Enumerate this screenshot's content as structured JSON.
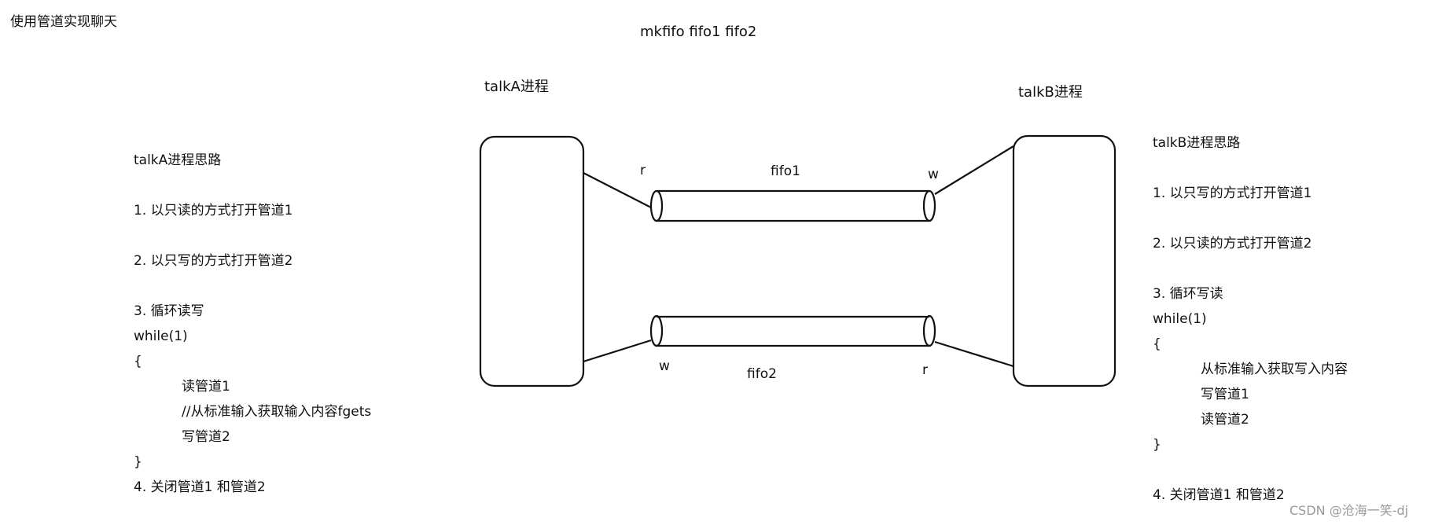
{
  "page_title": "使用管道实现聊天",
  "command": "mkfifo fifo1 fifo2",
  "processes": {
    "a": {
      "label": "talkA进程"
    },
    "b": {
      "label": "talkB进程"
    }
  },
  "pipes": {
    "fifo1": {
      "name": "fifo1",
      "left_end": "r",
      "right_end": "w"
    },
    "fifo2": {
      "name": "fifo2",
      "left_end": "w",
      "right_end": "r"
    }
  },
  "talkA_notes": {
    "title": "talkA进程思路",
    "lines": [
      "",
      "1. 以只读的方式打开管道1",
      "",
      "2. 以只写的方式打开管道2",
      "",
      "3. 循环读写",
      "while(1)",
      "{",
      "读管道1",
      "//从标准输入获取输入内容fgets",
      "写管道2",
      "}",
      "4. 关闭管道1 和管道2"
    ]
  },
  "talkB_notes": {
    "title": "talkB进程思路",
    "lines": [
      "",
      "1. 以只写的方式打开管道1",
      "",
      "2. 以只读的方式打开管道2",
      "",
      "3. 循环写读",
      "while(1)",
      "{",
      "从标准输入获取写入内容",
      "写管道1",
      "读管道2",
      "}",
      "",
      "4. 关闭管道1 和管道2"
    ]
  },
  "watermark": "CSDN @沧海一笑-dj"
}
